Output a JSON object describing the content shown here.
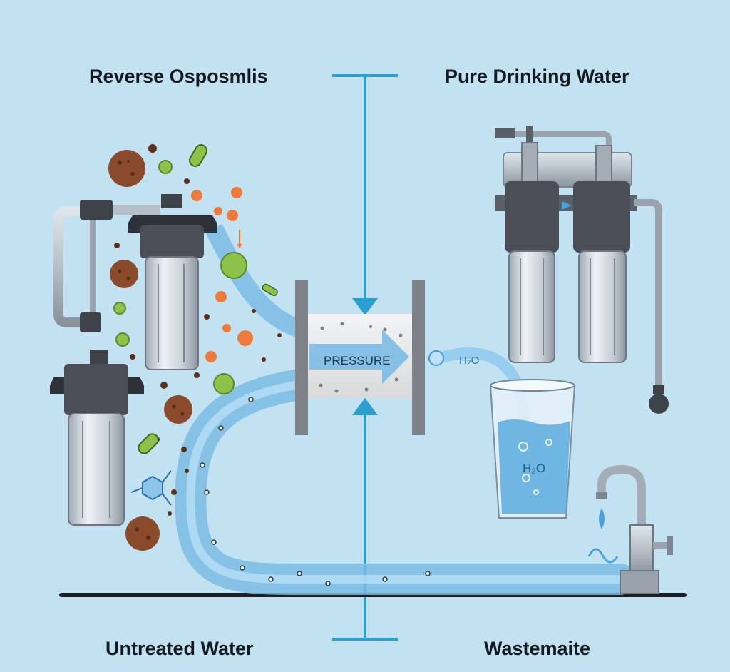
{
  "labels": {
    "top_left": "Reverse Osposmlis",
    "top_right": "Pure Drinking Water",
    "bottom_left": "Untreated Water",
    "bottom_right": "Wastemaite"
  },
  "membrane": {
    "pressure_text": "PRESSURE"
  },
  "output": {
    "stream_label": "H₂O",
    "glass_label": "H₂O"
  },
  "colors": {
    "background": "#c3e2f1",
    "water": "#6fb6e3",
    "accent_line": "#2a9fd0",
    "filter_cap": "#4a4f57",
    "contaminant_brown": "#8a4a2c",
    "contaminant_orange": "#ee7b3c",
    "contaminant_green": "#8cc24a"
  }
}
